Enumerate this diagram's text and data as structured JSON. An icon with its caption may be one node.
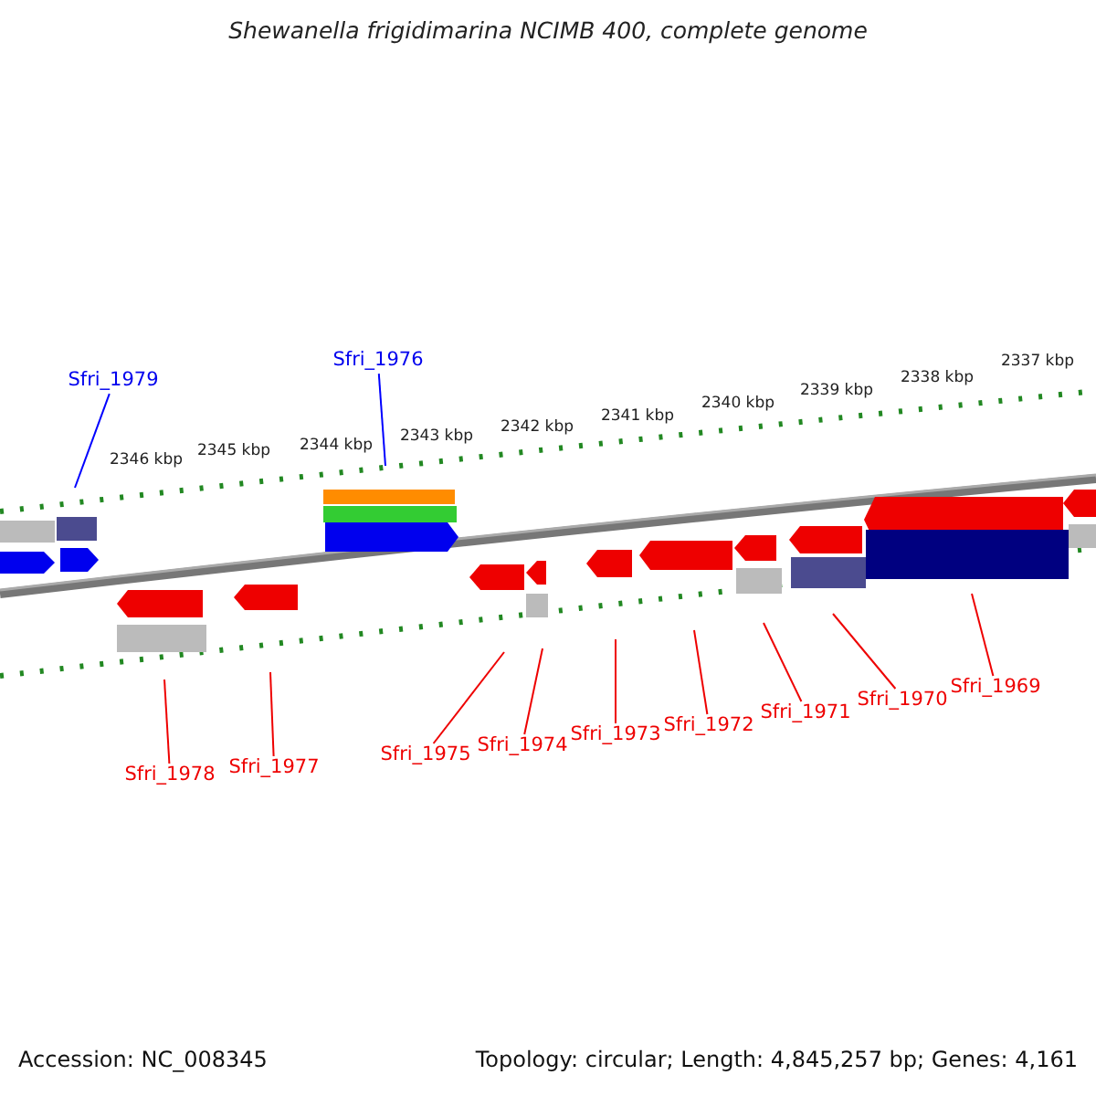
{
  "diagram": {
    "title": "Shewanella frigidimarina NCIMB 400, complete genome",
    "nodes": [
      {
        "text": [
          "Sfri_1979"
        ]
      },
      {
        "text": [
          "Sfri_1976"
        ]
      },
      {
        "text": [
          "Sfri_1978"
        ]
      },
      {
        "text": [
          "Sfri_1977"
        ]
      },
      {
        "text": [
          "Sfri_1975"
        ]
      },
      {
        "text": [
          "Sfri_1974"
        ]
      },
      {
        "text": [
          "Sfri_1973"
        ]
      },
      {
        "text": [
          "Sfri_1972"
        ]
      },
      {
        "text": [
          "Sfri_1971"
        ]
      },
      {
        "text": [
          "Sfri_1970"
        ]
      },
      {
        "text": [
          "Sfri_1969"
        ]
      }
    ],
    "edges": [
      {
        "from": 0,
        "to": null,
        "arrow": "none",
        "color": "#0000ff"
      },
      {
        "from": 1,
        "to": null,
        "arrow": "none",
        "color": "#0000ff"
      },
      {
        "from": 2,
        "to": null,
        "arrow": "none"
      },
      {
        "from": 3,
        "to": null,
        "arrow": "none"
      },
      {
        "from": 4,
        "to": null,
        "arrow": "none"
      },
      {
        "from": 5,
        "to": null,
        "arrow": "none"
      },
      {
        "from": 6,
        "to": null,
        "arrow": "none"
      },
      {
        "from": 7,
        "to": null,
        "arrow": "none"
      },
      {
        "from": 8,
        "to": null,
        "arrow": "none"
      },
      {
        "from": 9,
        "to": null,
        "arrow": "none"
      },
      {
        "from": 10,
        "to": null,
        "arrow": "none"
      }
    ],
    "labels": [
      "2346 kbp",
      "2345 kbp",
      "2344 kbp",
      "2343 kbp",
      "2342 kbp",
      "2341 kbp",
      "2340 kbp",
      "2339 kbp",
      "2338 kbp",
      "2337 kbp",
      "Accession: NC_008345",
      "Topology: circular; Length: 4,845,257 bp; Genes: 4,161"
    ]
  }
}
